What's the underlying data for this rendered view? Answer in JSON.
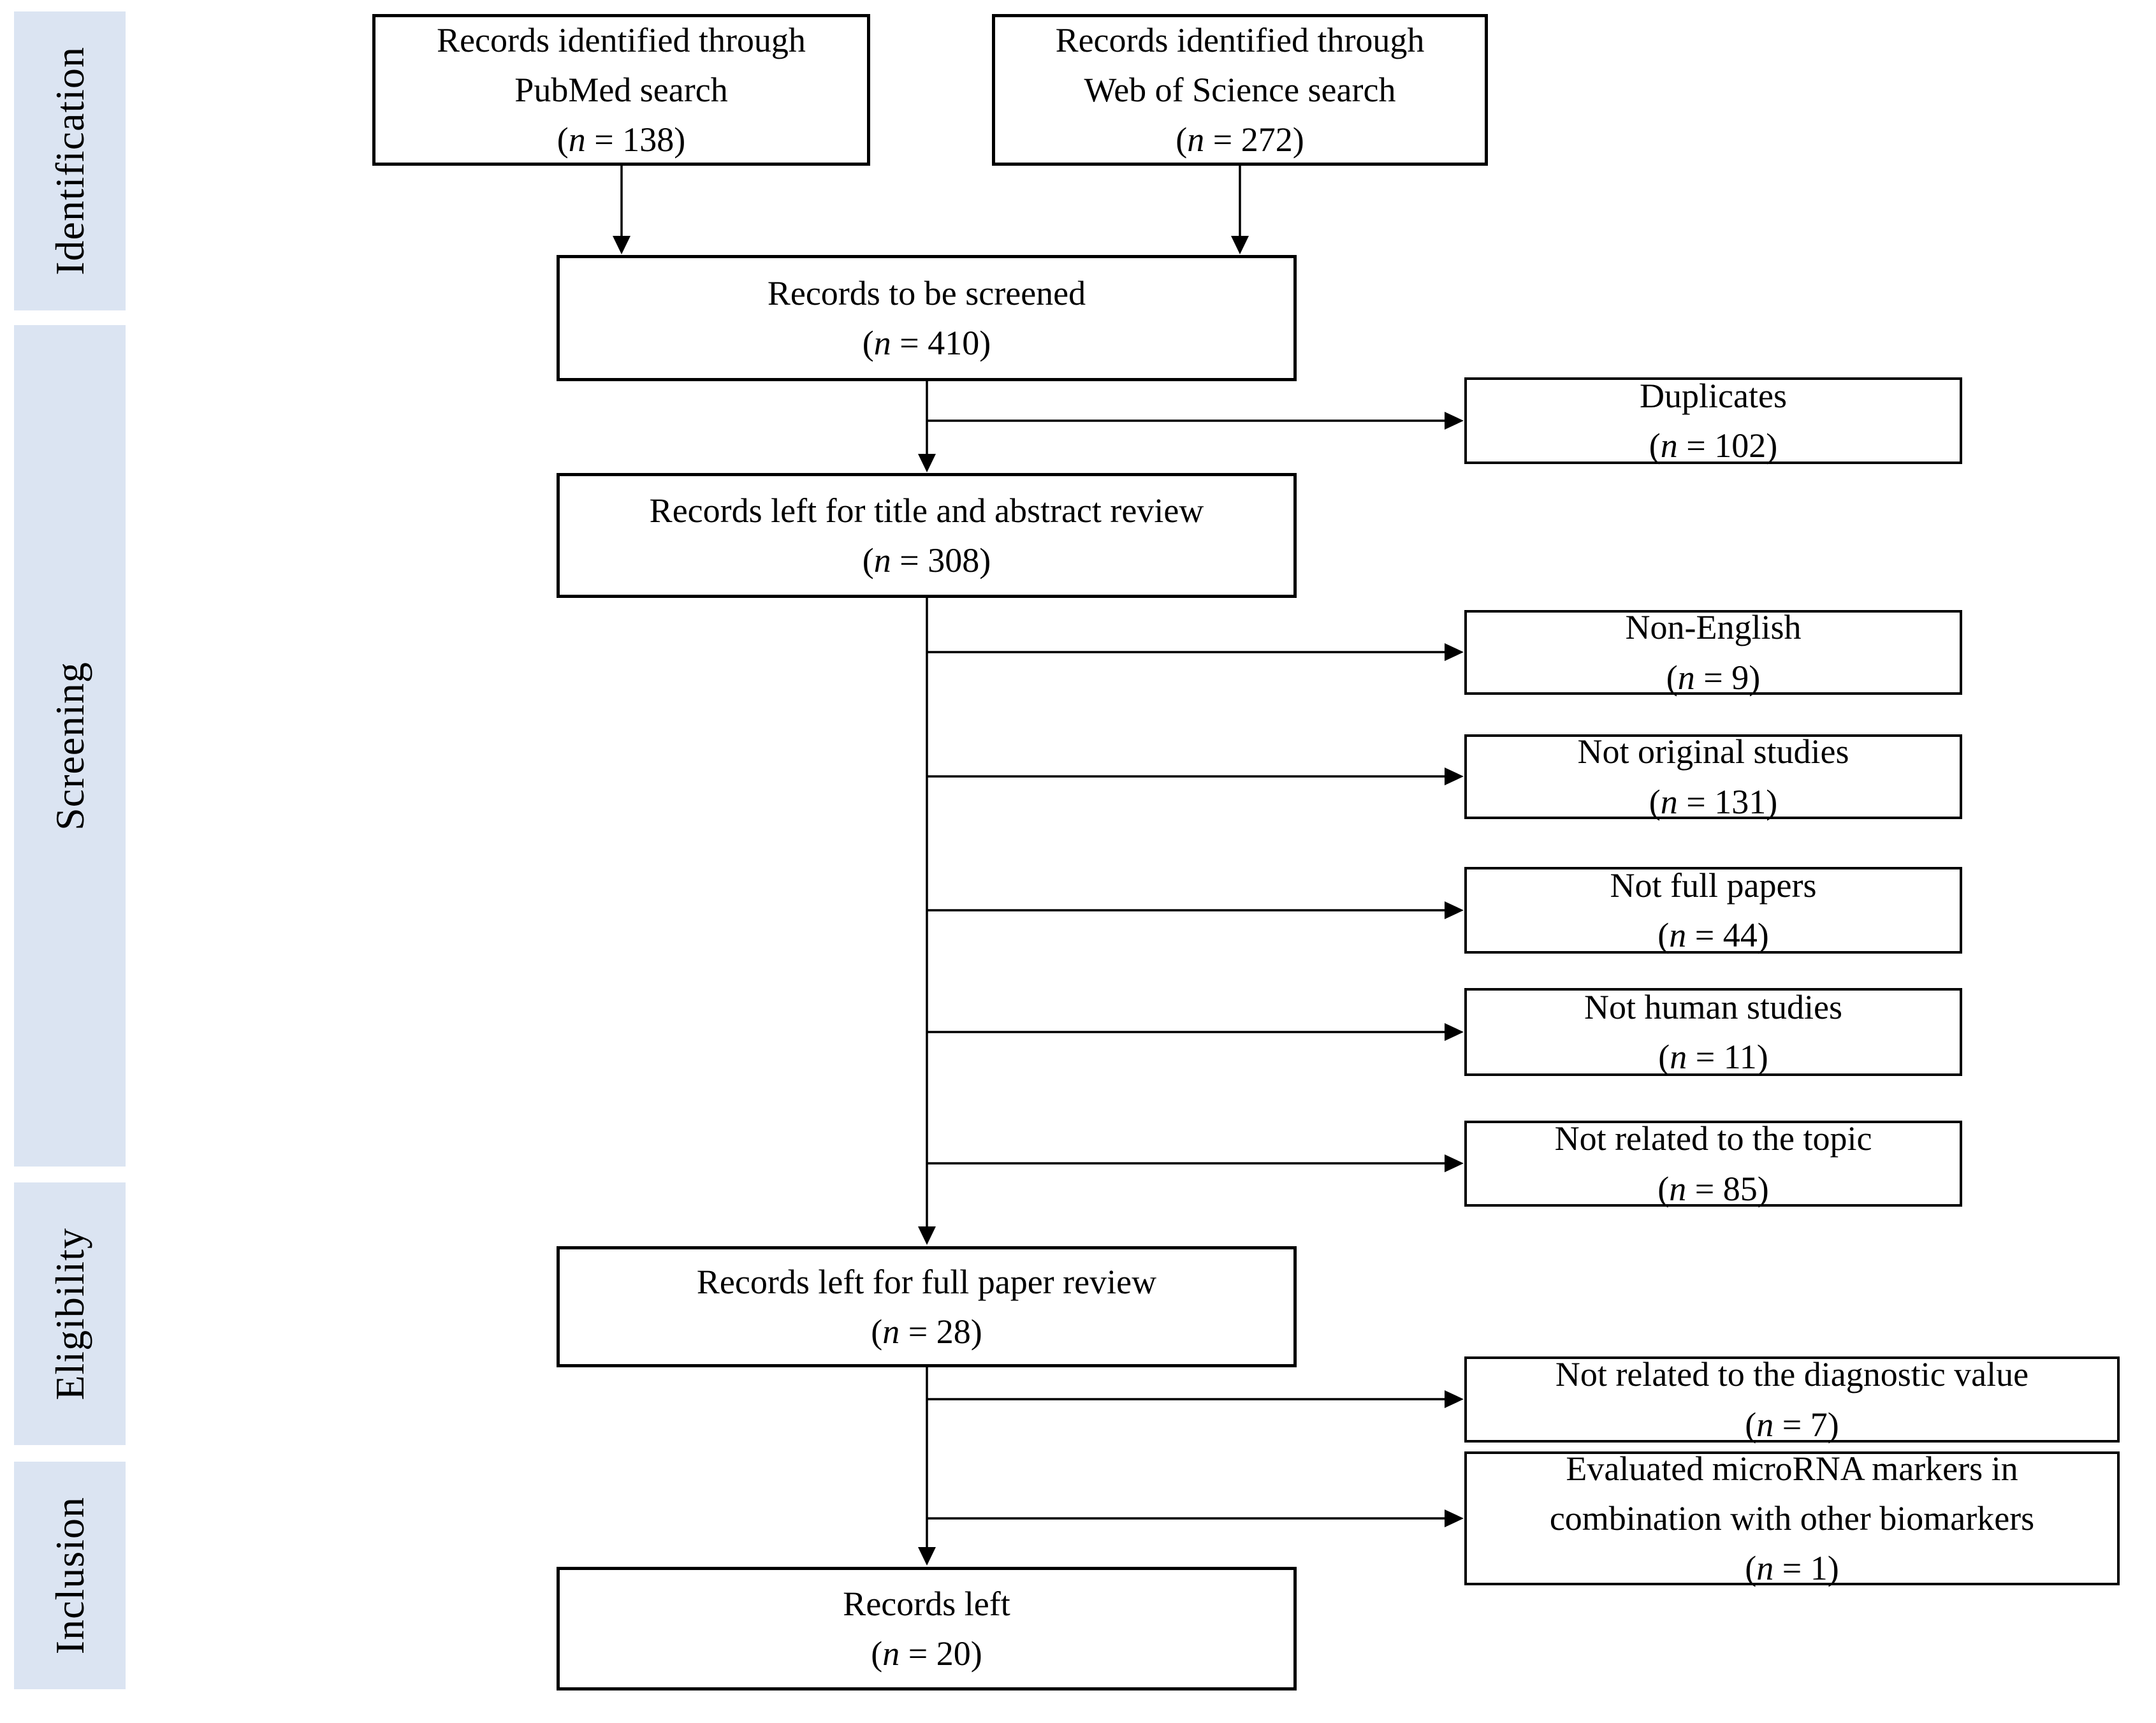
{
  "diagram": {
    "type": "prisma-flow",
    "notation": {
      "variable": "n",
      "count_format": "({var} = {value})"
    },
    "colors": {
      "stage_band_bg": "#dbe4f2",
      "box_border": "#000000",
      "text": "#000000",
      "background": "#ffffff"
    },
    "stages": {
      "identification": {
        "label": "Identification"
      },
      "screening": {
        "label": "Screening"
      },
      "eligibility": {
        "label": "Eligibility"
      },
      "inclusion": {
        "label": "Inclusion"
      }
    },
    "boxes": {
      "pubmed": {
        "label": "Records identified through\nPubMed search",
        "n": "138"
      },
      "wos": {
        "label": "Records identified through\nWeb of Science search",
        "n": "272"
      },
      "screened": {
        "label": "Records to be screened",
        "n": "410"
      },
      "duplicates": {
        "label": "Duplicates",
        "n": "102"
      },
      "title_abstract": {
        "label": "Records left for title and abstract review",
        "n": "308"
      },
      "non_english": {
        "label": "Non-English",
        "n": "9"
      },
      "not_original": {
        "label": "Not original studies",
        "n": "131"
      },
      "not_full": {
        "label": "Not full papers",
        "n": "44"
      },
      "not_human": {
        "label": "Not human studies",
        "n": "11"
      },
      "not_topic": {
        "label": "Not related to the topic",
        "n": "85"
      },
      "full_paper": {
        "label": "Records left for full paper review",
        "n": "28"
      },
      "not_diagnostic": {
        "label": "Not related to the diagnostic value",
        "n": "7"
      },
      "combined_markers": {
        "label": "Evaluated microRNA markers in\ncombination with other biomarkers",
        "n": "1"
      },
      "records_left": {
        "label": "Records left",
        "n": "20"
      }
    }
  }
}
